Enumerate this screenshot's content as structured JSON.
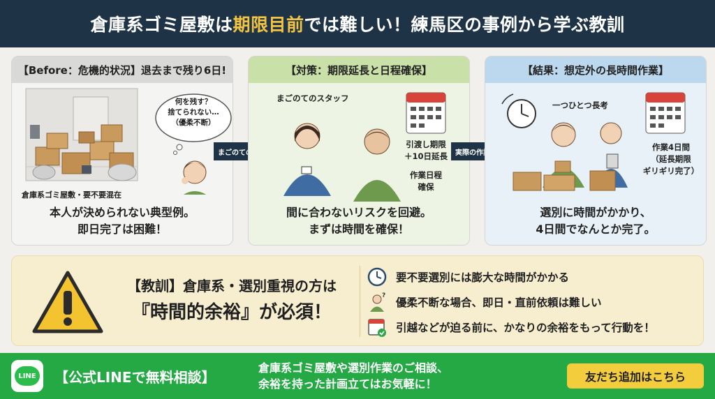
{
  "header": {
    "title_before": "倉庫系ゴミ屋敷は",
    "title_accent": "期限目前",
    "title_after": "では難しい！練馬区の事例から学ぶ教訓",
    "accent_color": "#f3c443"
  },
  "panels": [
    {
      "title": "【Before：危機的状況】退去まで残り6日!",
      "thought_lines": [
        "何を残す？",
        "捨てられない…",
        "（優柔不断）"
      ],
      "scene_label": "倉庫系ゴミ屋敷・要不要混在",
      "caption_lines": [
        "本人が決められない典型例。",
        "即日完了は困難！"
      ]
    },
    {
      "title": "【対策：期限延長と日程確保】",
      "staff_label": "まごのてのスタッフ",
      "note_lines": [
        "引渡し期限",
        "＋10日延長"
      ],
      "note2_lines": [
        "作業日程",
        "確保"
      ],
      "caption_lines": [
        "間に合わないリスクを回避。",
        "まずは時間を確保！"
      ]
    },
    {
      "title": "【結果：想定外の長時間作業】",
      "work_label": "一つひとつ長考",
      "note_lines": [
        "作業4日間",
        "（延長期限",
        "ギリギリ完了）"
      ],
      "caption_lines": [
        "選別に時間がかかり、",
        "4日間でなんとか完了。"
      ]
    }
  ],
  "arrows": [
    "まごのての提案",
    "実際の作業"
  ],
  "lesson": {
    "line1": "【教訓】倉庫系・選別重視の方は",
    "line2": "『時間的余裕』が必須！",
    "points": [
      {
        "icon": "clock-icon",
        "text": "要不要選別には膨大な時間がかかる"
      },
      {
        "icon": "confused-person-icon",
        "text": "優柔不断な場合、即日・直前依頼は難しい"
      },
      {
        "icon": "calendar-check-icon",
        "text": "引越などが迫る前に、かなりの余裕をもって行動を！"
      }
    ]
  },
  "footer": {
    "line_logo": "LINE",
    "title": "【公式LINEで無料相談】",
    "desc_lines": [
      "倉庫系ゴミ屋敷や選別作業のご相談、",
      "余裕を持った計画立てはお気軽に！"
    ],
    "cta": "友だち追加はこちら"
  },
  "colors": {
    "navy": "#1e3446",
    "green": "#25a945",
    "yellow": "#f4cd3d",
    "calendar_red": "#d9443a"
  }
}
